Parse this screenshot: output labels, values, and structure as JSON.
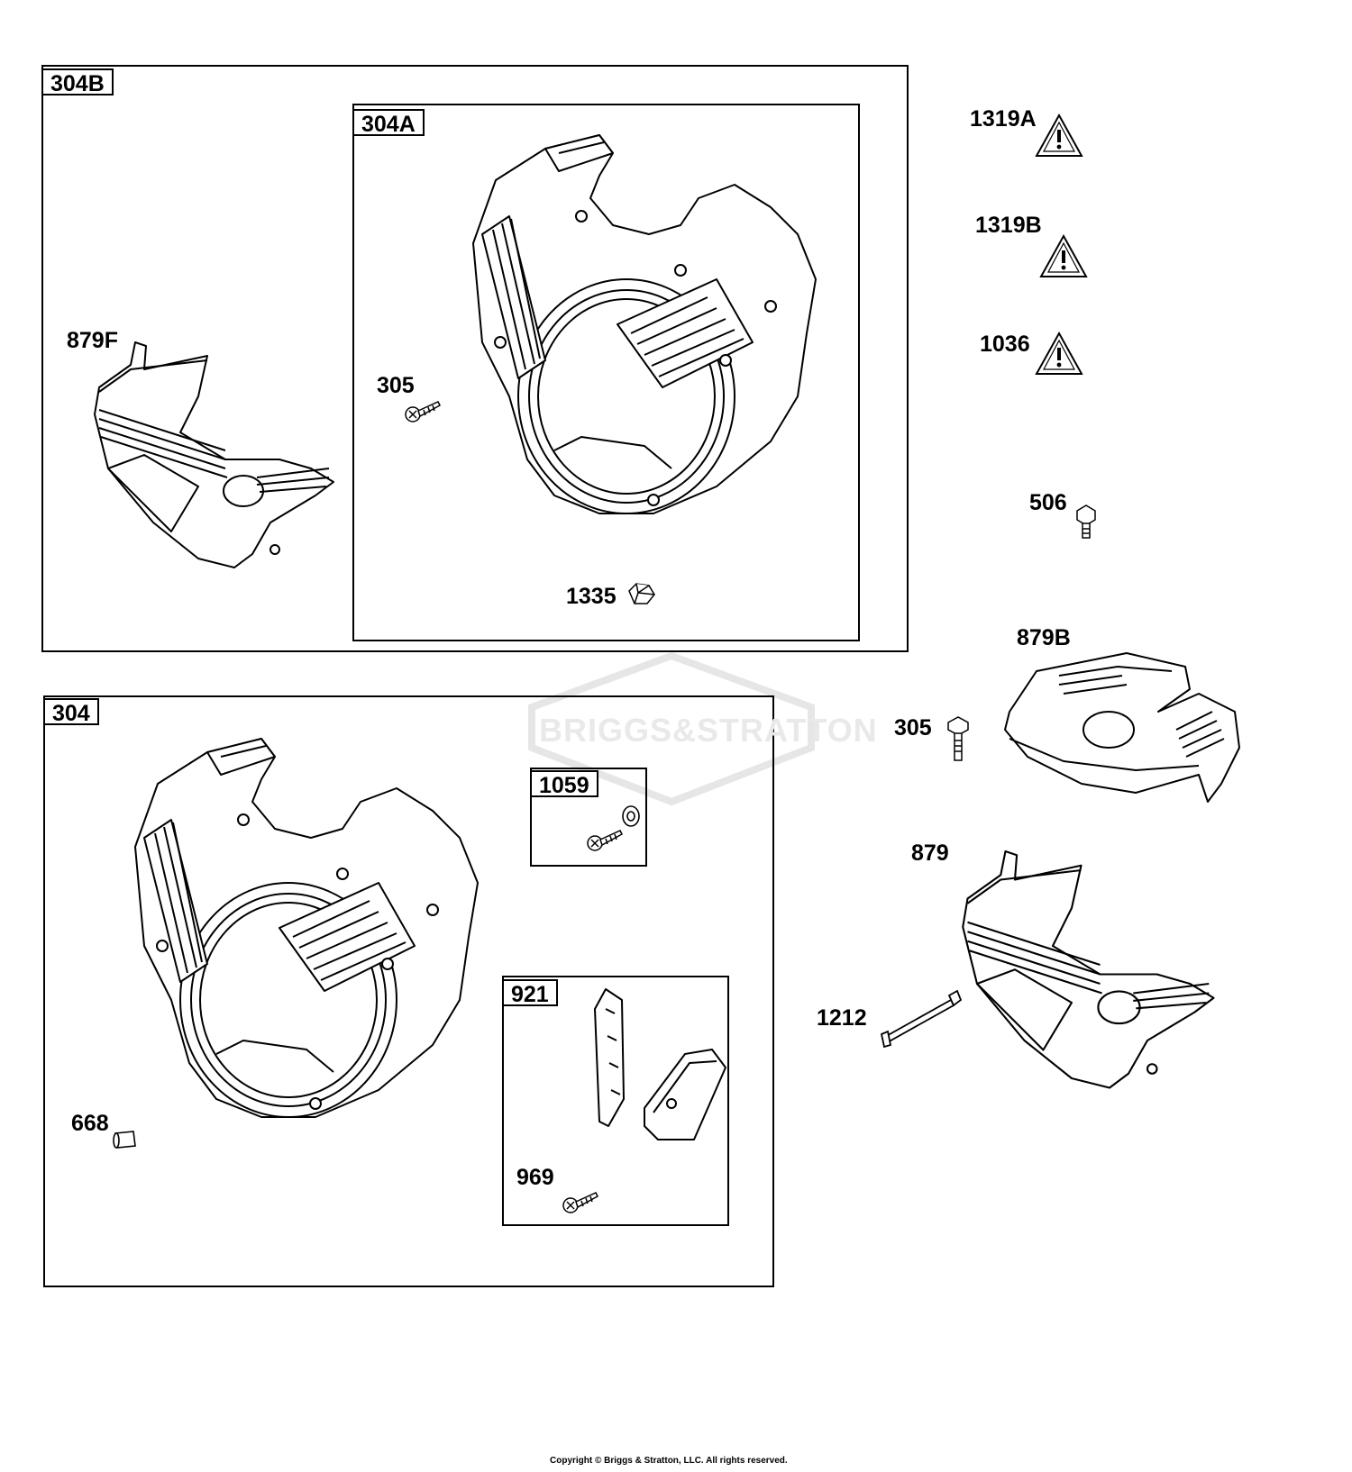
{
  "watermark": "BRIGGS&STRATTON",
  "copyright": "Copyright © Briggs & Stratton, LLC. All rights reserved.",
  "groups": {
    "g304B": "304B",
    "g304A": "304A",
    "g304": "304",
    "g1059": "1059",
    "g921": "921"
  },
  "callouts": {
    "c879F": "879F",
    "c305a": "305",
    "c1335": "1335",
    "c1319A": "1319A",
    "c1319B": "1319B",
    "c1036": "1036",
    "c506": "506",
    "c879B": "879B",
    "c305b": "305",
    "c879": "879",
    "c1212": "1212",
    "c668": "668",
    "c969": "969"
  },
  "icons": {
    "warning": "warning-triangle-icon",
    "screw": "screw-icon",
    "nut": "hex-nut-icon",
    "bolt": "flange-bolt-icon",
    "washer": "washer-icon",
    "stud": "stud-icon",
    "spacer": "spacer-icon"
  }
}
